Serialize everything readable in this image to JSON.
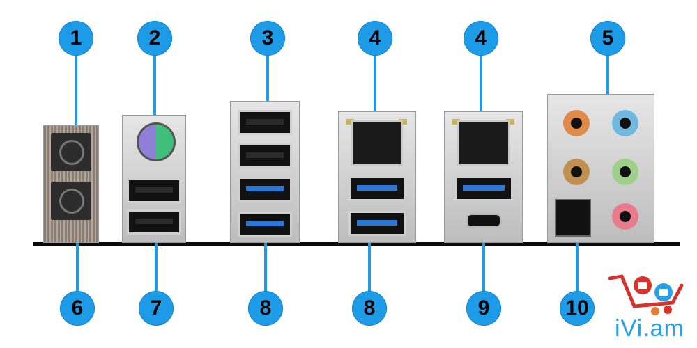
{
  "callouts_top": [
    "1",
    "2",
    "3",
    "4",
    "4",
    "5"
  ],
  "callouts_bottom": [
    "6",
    "7",
    "8",
    "8",
    "9",
    "10"
  ],
  "logo": {
    "text": "iVi.am"
  },
  "colors": {
    "accent": "#1e9be6",
    "usb3": "#2a78d6",
    "base": "#0b0b0b"
  }
}
